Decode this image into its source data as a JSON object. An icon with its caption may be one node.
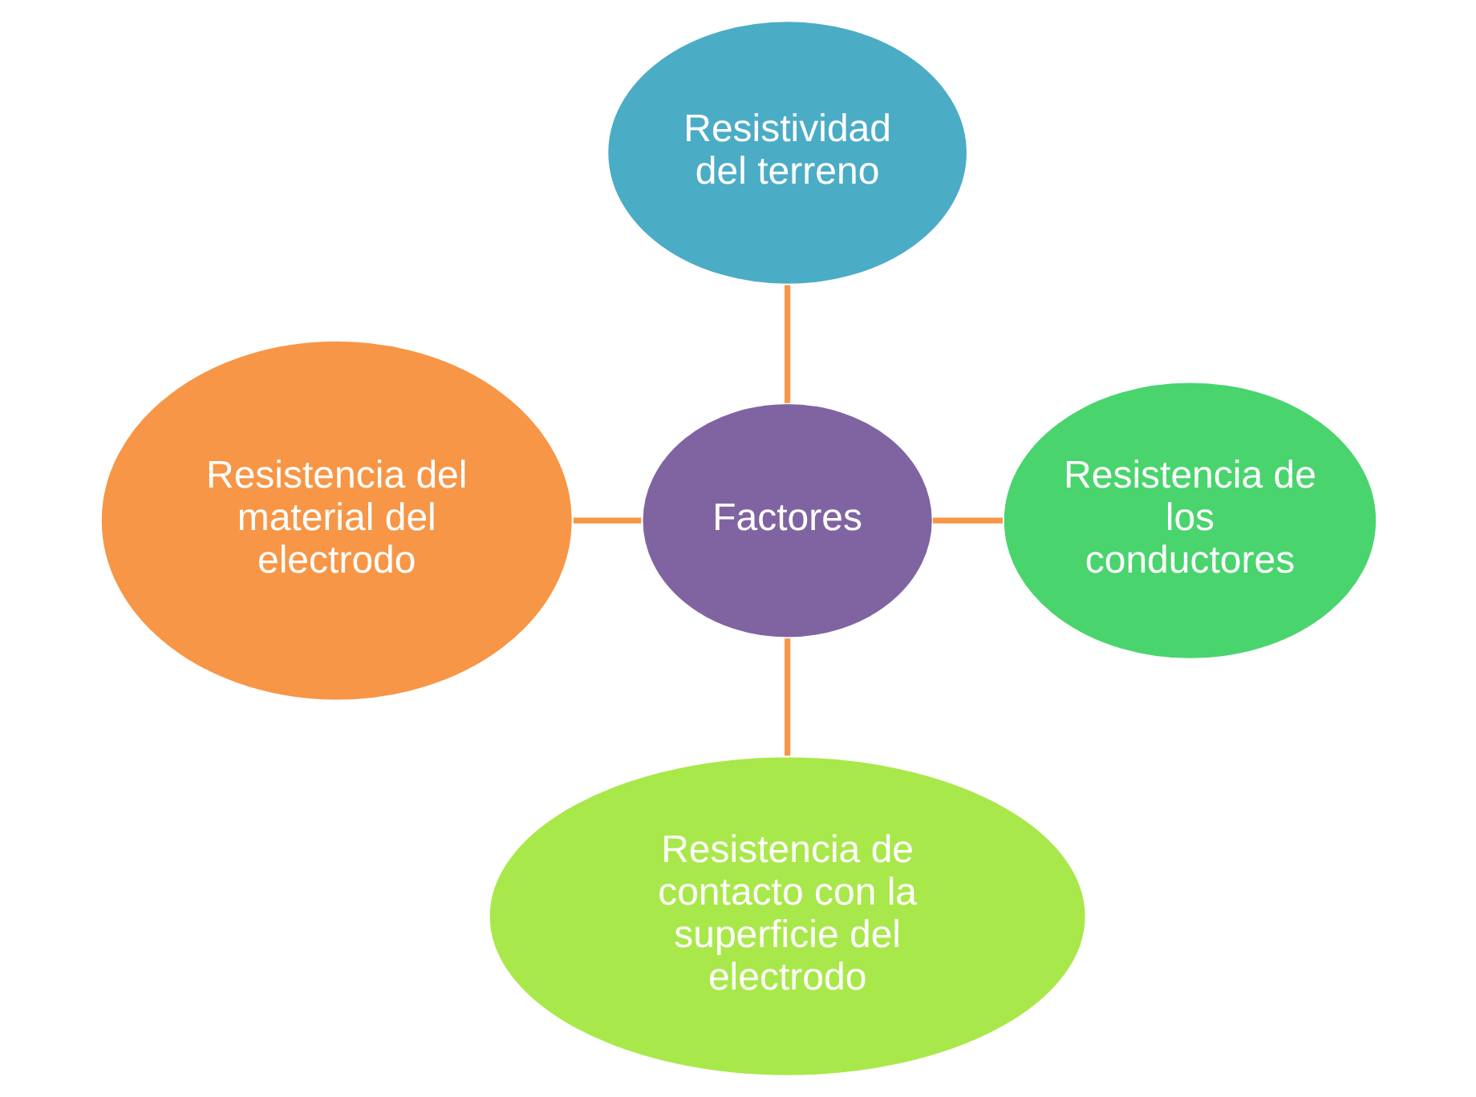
{
  "diagram": {
    "nodes": [
      {
        "text": [
          "Resistividad del terreno"
        ]
      },
      {
        "text": [
          "Resistencia del material del electrodo"
        ]
      },
      {
        "text": [
          "Factores"
        ]
      },
      {
        "text": [
          "Resistencia de los conductores"
        ]
      },
      {
        "text": [
          "Resistencia de contacto con la superficie del electrodo"
        ]
      }
    ],
    "edges": [
      {
        "from": 0,
        "to": 2,
        "arrow": "none"
      },
      {
        "from": 1,
        "to": 2,
        "arrow": "none"
      },
      {
        "from": 2,
        "to": 3,
        "arrow": "none"
      },
      {
        "from": 2,
        "to": 4,
        "arrow": "none"
      }
    ]
  }
}
